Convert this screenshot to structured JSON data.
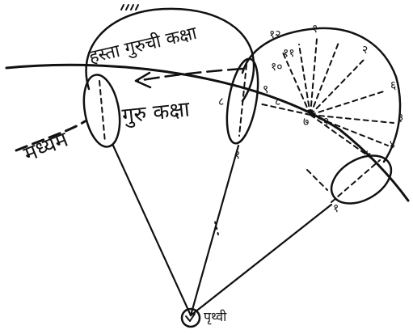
{
  "colors": {
    "ink": "#111111",
    "paper": "#ffffff"
  },
  "labels": {
    "madhyam": "मध्यम",
    "guru_kaksha": "गुरु कक्षा",
    "hasta_guru_kaksha": "हस्ता गुरुची कक्षा",
    "prithvi": "पृथ्वी"
  },
  "numbers": {
    "n1": "१",
    "n2": "२",
    "n2b": "२",
    "n3": "३",
    "n4": "४",
    "n5": "५",
    "n6": "६",
    "n7": "७",
    "n8": "८",
    "n8b": "८",
    "n9": "९",
    "n10": "१०",
    "n11": "११",
    "n12": "१२",
    "n1_left": "१",
    "n1_right": "१"
  }
}
